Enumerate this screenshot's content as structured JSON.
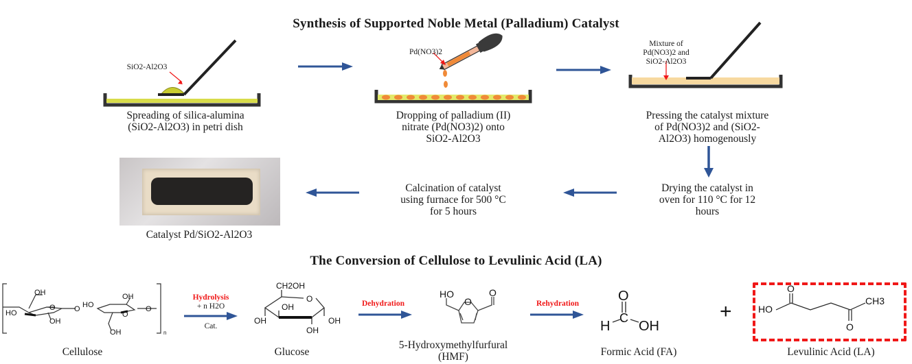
{
  "synthesis": {
    "title": "Synthesis of Supported Noble Metal (Palladium) Catalyst",
    "steps": [
      {
        "caption_lines": [
          "Spreading of silica-alumina",
          "(SiO2-Al2O3) in petri dish"
        ],
        "label": "SiO2-Al2O3"
      },
      {
        "caption_lines": [
          "Dropping of palladium (II)",
          "nitrate (Pd(NO3)2) onto",
          "SiO2-Al2O3"
        ],
        "label": "Pd(NO3)2"
      },
      {
        "caption_lines": [
          "Pressing the catalyst mixture",
          "of Pd(NO3)2 and (SiO2-",
          "Al2O3) homogenously"
        ],
        "label_lines": [
          "Mixture of",
          "Pd(NO3)2 and",
          "SiO2-Al2O3"
        ]
      },
      {
        "caption_lines": [
          "Drying the catalyst in",
          "oven for 110 °C for 12",
          "hours"
        ]
      },
      {
        "caption_lines": [
          "Calcination of catalyst",
          "using furnace for 500 °C",
          "for 5 hours"
        ]
      },
      {
        "caption_lines": [
          "Catalyst Pd/SiO2-Al2O3"
        ]
      }
    ]
  },
  "conversion": {
    "title": "The Conversion of Cellulose to Levulinic Acid (LA)",
    "compounds": [
      {
        "name": "Cellulose",
        "atoms": [
          "OH",
          "HO",
          "O",
          "OH",
          "O",
          "HO",
          "OH",
          "O",
          "OH",
          "O",
          "n"
        ]
      },
      {
        "name": "Glucose",
        "atoms": [
          "CH2OH",
          "O",
          "OH",
          "OH",
          "OH",
          "OH"
        ]
      },
      {
        "name_lines": [
          "5-Hydroxymethylfurfural",
          "(HMF)"
        ],
        "atoms": [
          "HO",
          "O",
          "O"
        ]
      },
      {
        "name": "Formic Acid (FA)",
        "atoms": [
          "O",
          "H",
          "C",
          "OH"
        ]
      },
      {
        "name": "Levulinic Acid (LA)",
        "atoms": [
          "HO",
          "O",
          "CH3",
          "O"
        ]
      }
    ],
    "plus": "+",
    "reactions": [
      {
        "label": "Hydrolysis",
        "above": "+ n H2O",
        "below": "Cat."
      },
      {
        "label": "Dehydration"
      },
      {
        "label": "Rehydration"
      }
    ]
  },
  "colors": {
    "arrow": "#2f5597",
    "red": "#f01818",
    "silica": "#d8dc4a",
    "drop": "#f08a38",
    "mixture": "#f7d9a0",
    "dish": "#333333"
  }
}
